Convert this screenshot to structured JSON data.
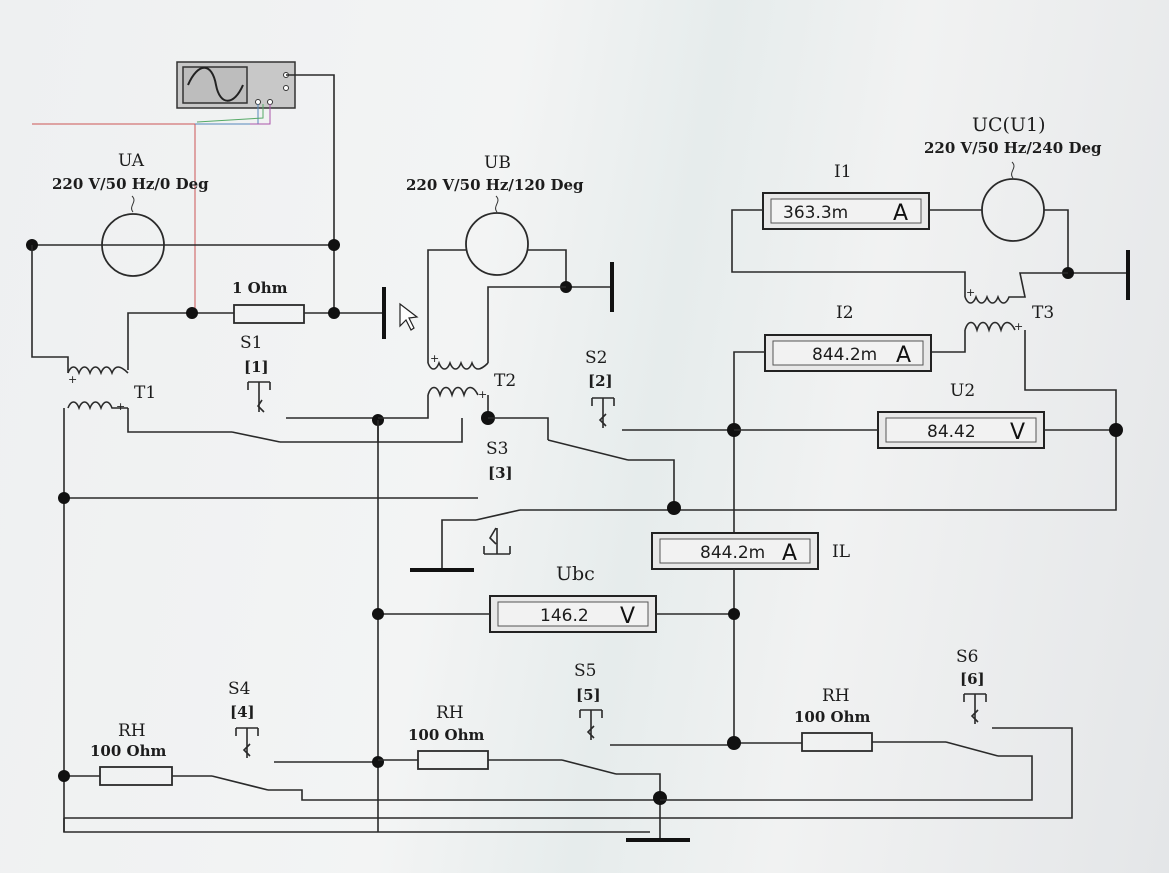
{
  "sources": {
    "ua": {
      "name": "UA",
      "spec": "220 V/50 Hz/0 Deg"
    },
    "ub": {
      "name": "UB",
      "spec": "220 V/50 Hz/120 Deg"
    },
    "uc": {
      "name": "UC(U1)",
      "spec": "220 V/50 Hz/240 Deg"
    }
  },
  "resistor_series": {
    "value": "1 Ohm"
  },
  "transformers": {
    "t1": "T1",
    "t2": "T2",
    "t3": "T3"
  },
  "switches": {
    "s1": {
      "name": "S1",
      "key": "[1]"
    },
    "s2": {
      "name": "S2",
      "key": "[2]"
    },
    "s3": {
      "name": "S3",
      "key": "[3]"
    },
    "s4": {
      "name": "S4",
      "key": "[4]"
    },
    "s5": {
      "name": "S5",
      "key": "[5]"
    },
    "s6": {
      "name": "S6",
      "key": "[6]"
    }
  },
  "meters": {
    "i1": {
      "label": "I1",
      "reading": "363.3m",
      "unit": "A"
    },
    "i2": {
      "label": "I2",
      "reading": "844.2m",
      "unit": "A"
    },
    "u2": {
      "label": "U2",
      "reading": "84.42",
      "unit": "V"
    },
    "il": {
      "label": "IL",
      "reading": "844.2m",
      "unit": "A"
    },
    "ubc": {
      "label": "Ubc",
      "reading": "146.2",
      "unit": "V"
    }
  },
  "loads": {
    "rh1": {
      "name": "RH",
      "value": "100 Ohm"
    },
    "rh2": {
      "name": "RH",
      "value": "100 Ohm"
    },
    "rh3": {
      "name": "RH",
      "value": "100 Ohm"
    }
  }
}
